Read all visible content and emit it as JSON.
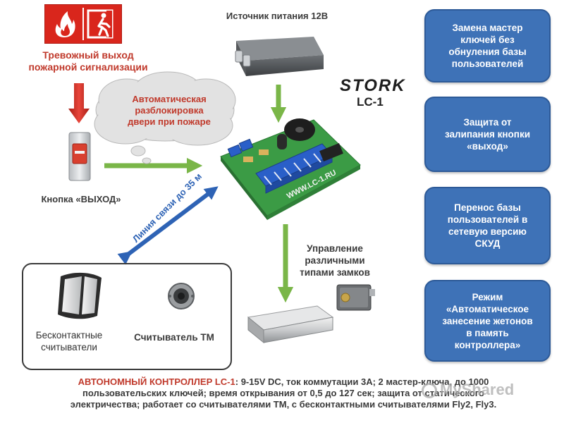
{
  "alarm": {
    "line1": "Тревожный выход",
    "line2": "пожарной сигнализации"
  },
  "power": {
    "label": "Источник питания 12В"
  },
  "brand": {
    "logo": "STORK",
    "model": "LC-1"
  },
  "cloud": {
    "line1": "Автоматическая",
    "line2": "разблокировка",
    "line3": "двери при пожаре"
  },
  "exit_button": {
    "label": "Кнопка «ВЫХОД»"
  },
  "cable": {
    "label": "Линия связи до 35 м"
  },
  "locks": {
    "line1": "Управление",
    "line2": "различными",
    "line3": "типами замков"
  },
  "readers": {
    "contactless_line1": "Бесконтактные",
    "contactless_line2": "считыватели",
    "tm_label": "Считыватель ТМ"
  },
  "features": [
    {
      "line1": "Замена мастер",
      "line2": "ключей без",
      "line3": "обнуления базы",
      "line4": "пользователей"
    },
    {
      "line1": "Защита от",
      "line2": "залипания кнопки",
      "line3": "«выход»"
    },
    {
      "line1": "Перенос базы",
      "line2": "пользователей в",
      "line3": "сетевую версию",
      "line4": "СКУД"
    },
    {
      "line1": "Режим",
      "line2": "«Автоматическое",
      "line3": "занесение жетонов",
      "line4": "в память",
      "line5": "контроллера»"
    }
  ],
  "footer": {
    "highlight": "АВТОНОМНЫЙ КОНТРОЛЛЕР LC-1",
    "line1_rest": ": 9-15V DC, ток коммутации 3А; 2 мастер-ключа, до 1000",
    "line2": "пользовательских ключей; время открывания от 0,5 до 127 сек; защита от статического",
    "line3": "электричества; работает со считывателями ТМ, с бесконтактными считывателями Fly2, Fly3."
  },
  "watermark": {
    "text": "MyShared"
  },
  "colors": {
    "accent_red": "#c0392b",
    "feature_blue": "#3e72b7",
    "arrow_green": "#7ab648",
    "cable_blue": "#2e63b5",
    "text_dark": "#3a3a3a"
  }
}
